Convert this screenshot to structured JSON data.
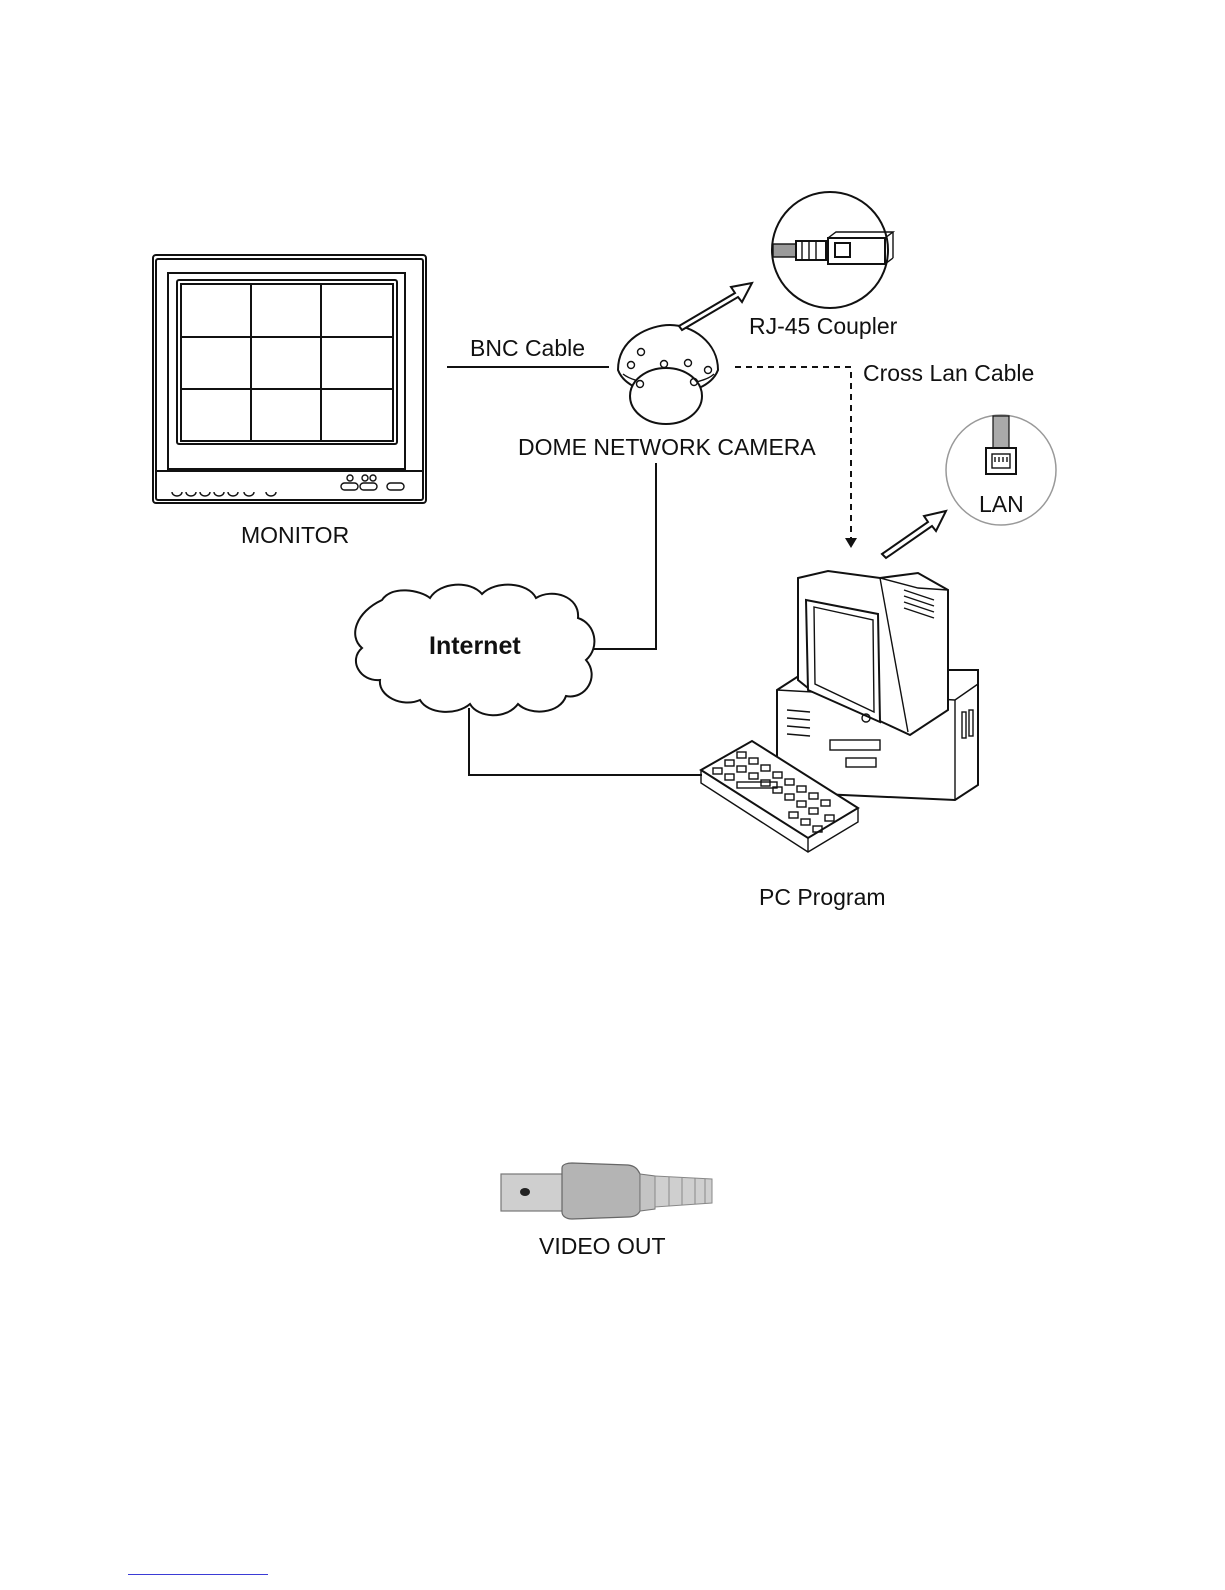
{
  "diagram": {
    "labels": {
      "monitor": "MONITOR",
      "bnc_cable": "BNC Cable",
      "camera": "DOME NETWORK CAMERA",
      "rj45": "RJ-45 Coupler",
      "cross_lan": "Cross Lan Cable",
      "lan": "LAN",
      "internet": "Internet",
      "pc": "PC Program"
    }
  },
  "connector": {
    "label": "VIDEO OUT"
  },
  "colors": {
    "ink": "#111111",
    "footer_rule": "#3b3bd6",
    "connector_gray": "#c8c8c8"
  }
}
